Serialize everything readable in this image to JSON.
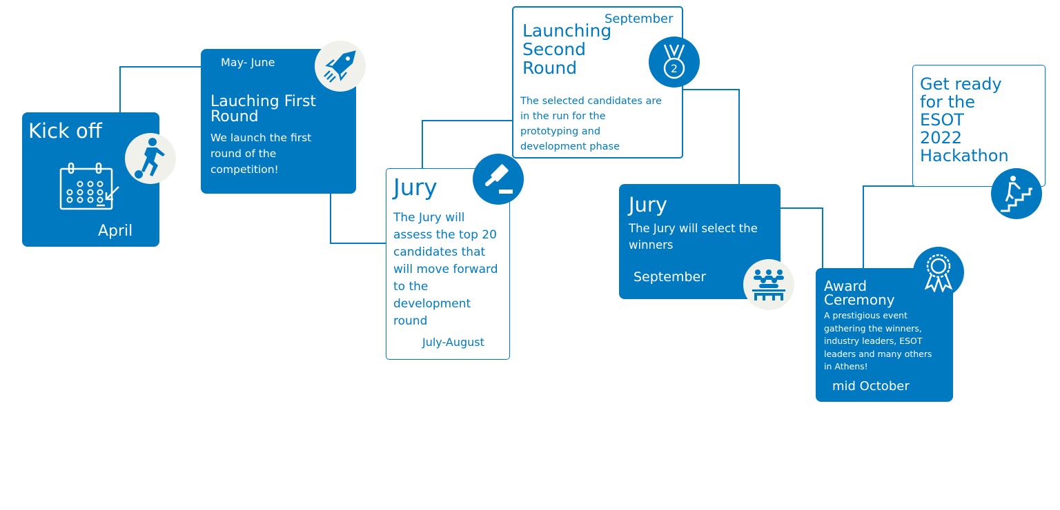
{
  "colors": {
    "primary": "#0079c1",
    "circle_light": "#f1f1eb",
    "white": "#ffffff"
  },
  "steps": [
    {
      "title": "Kick off",
      "date": "April",
      "icon": "soccer-player-icon"
    },
    {
      "title_line1": "Lauching First",
      "title_line2": "Round",
      "date": "May- June",
      "desc": [
        "We launch the first",
        "round of the",
        "competition!"
      ],
      "icon": "rocket-icon"
    },
    {
      "title": "Jury",
      "desc": [
        "The Jury will",
        "assess the top 20",
        "candidates that",
        "will move forward",
        "to the",
        "development",
        "round"
      ],
      "date": "July-August",
      "icon": "gavel-icon"
    },
    {
      "title": [
        "Launching",
        "Second",
        "Round"
      ],
      "date": "September",
      "desc": [
        "The selected candidates are",
        "in the run for the",
        "prototyping and",
        "development phase"
      ],
      "icon": "medal-icon"
    },
    {
      "title": "Jury",
      "desc": [
        "The Jury will select the",
        "winners"
      ],
      "date": "September",
      "icon": "jury-panel-icon"
    },
    {
      "title": [
        "Award",
        "Ceremony"
      ],
      "desc": [
        "A prestigious event",
        "gathering the winners,",
        "industry leaders, ESOT",
        "leaders and many others",
        "in Athens!"
      ],
      "date": "mid October",
      "icon": "award-ribbon-icon"
    },
    {
      "title": [
        "Get ready",
        "for the",
        "ESOT",
        "2022",
        "Hackathon"
      ],
      "icon": "stairs-climb-icon"
    }
  ]
}
